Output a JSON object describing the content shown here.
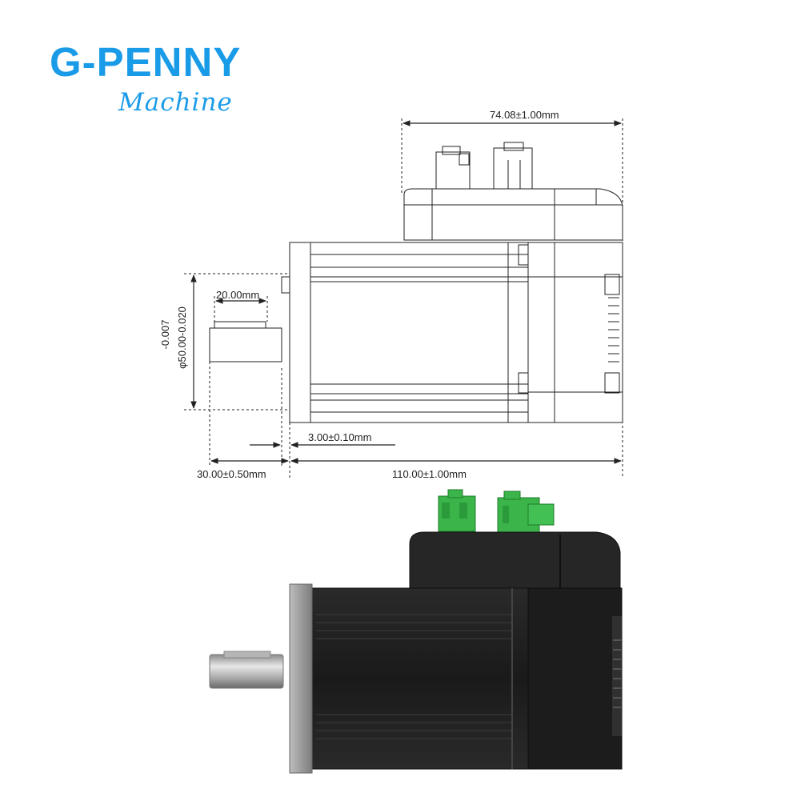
{
  "logo": {
    "brand": "G-PENNY",
    "subtitle": "Machine",
    "color": "#1a9be8"
  },
  "dimensions": {
    "top_width": "74.08±1.00mm",
    "shaft_key": "20.00mm",
    "tol_upper": "-0.007",
    "flange_dia": "φ50.00-0.020",
    "flange_thickness": "3.00±0.10mm",
    "shaft_length": "30.00±0.50mm",
    "body_length": "110.00±1.00mm"
  },
  "colors": {
    "line": "#222222",
    "motor_body": "#1e1e1e",
    "motor_edge": "#3a3a3a",
    "flange": "#9a9a9a",
    "connector": "#3bb54a",
    "shaft": "#c8c8c8"
  }
}
